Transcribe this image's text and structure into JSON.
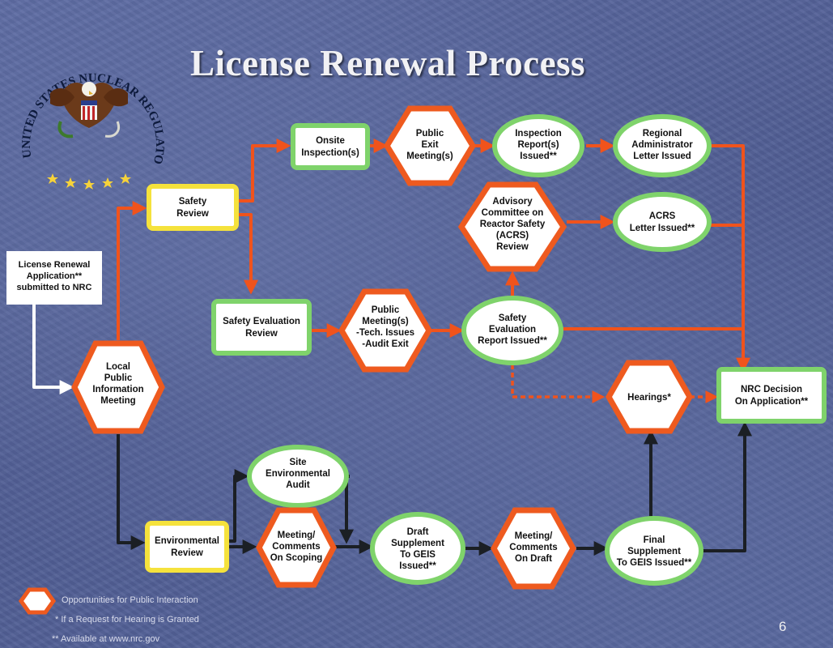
{
  "title": "License Renewal Process",
  "seal": {
    "text": "UNITED STATES NUCLEAR REGULATORY COMMISSION"
  },
  "nodes": {
    "application": [
      "License Renewal",
      "Application**",
      "submitted to NRC"
    ],
    "local_meeting": [
      "Local",
      "Public",
      "Information",
      "Meeting"
    ],
    "safety_review": [
      "Safety",
      "Review"
    ],
    "onsite_inspection": [
      "Onsite",
      "Inspection(s)"
    ],
    "public_exit": [
      "Public",
      "Exit",
      "Meeting(s)"
    ],
    "inspection_report": [
      "Inspection",
      "Report(s)",
      "Issued**"
    ],
    "regional_admin": [
      "Regional",
      "Administrator",
      "Letter Issued"
    ],
    "acrs": [
      "Advisory",
      "Committee on",
      "Reactor Safety",
      "(ACRS)",
      "Review"
    ],
    "acrs_letter": [
      "ACRS",
      "Letter Issued**"
    ],
    "safety_eval_review": [
      "Safety Evaluation",
      "Review"
    ],
    "public_meeting_tech": [
      "Public",
      "Meeting(s)",
      "-Tech. Issues",
      "-Audit Exit"
    ],
    "ser_issued": [
      "Safety",
      "Evaluation",
      "Report Issued**"
    ],
    "hearings": [
      "Hearings*"
    ],
    "nrc_decision": [
      "NRC Decision",
      "On Application**"
    ],
    "site_audit": [
      "Site",
      "Environmental",
      "Audit"
    ],
    "env_review": [
      "Environmental",
      "Review"
    ],
    "scoping": [
      "Meeting/",
      "Comments",
      "On Scoping"
    ],
    "draft_supplement": [
      "Draft",
      "Supplement",
      "To GEIS",
      "Issued**"
    ],
    "comments_draft": [
      "Meeting/",
      "Comments",
      "On Draft"
    ],
    "final_supplement": [
      "Final",
      "Supplement",
      "To GEIS Issued**"
    ]
  },
  "legend": {
    "public_interaction": "Opportunities for Public Interaction",
    "hearing_note": "* If a Request for Hearing is Granted",
    "available_note": "** Available at www.nrc.gov"
  },
  "page_number": "6",
  "colors": {
    "background": "#55639a",
    "arrow_orange": "#f0531c",
    "arrow_dark": "#1b1f24",
    "arrow_white": "#ffffff",
    "green_border": "#7fd36b",
    "yellow_border": "#f5e23c",
    "orange_border": "#ee5a1f"
  }
}
